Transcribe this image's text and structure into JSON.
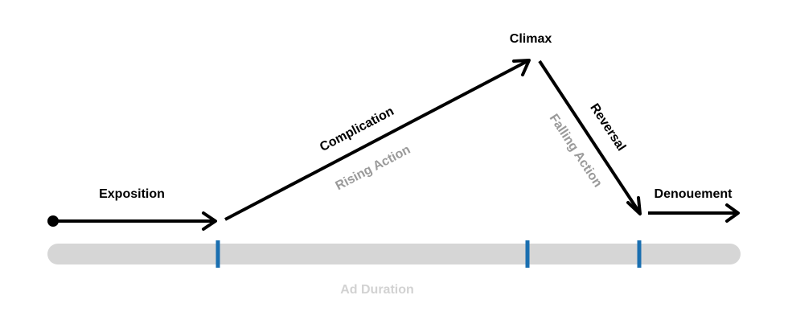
{
  "labels": {
    "exposition": "Exposition",
    "complication": "Complication",
    "rising_action": "Rising Action",
    "climax": "Climax",
    "reversal": "Reversal",
    "falling_action": "Falling Action",
    "denouement": "Denouement",
    "ad_duration": "Ad Duration"
  },
  "colors": {
    "arrow": "#000000",
    "timeline_bar": "#d6d6d6",
    "marker": "#1a6fb0",
    "secondary_text": "#9a9a9a",
    "duration_text": "#d2d2d2"
  }
}
